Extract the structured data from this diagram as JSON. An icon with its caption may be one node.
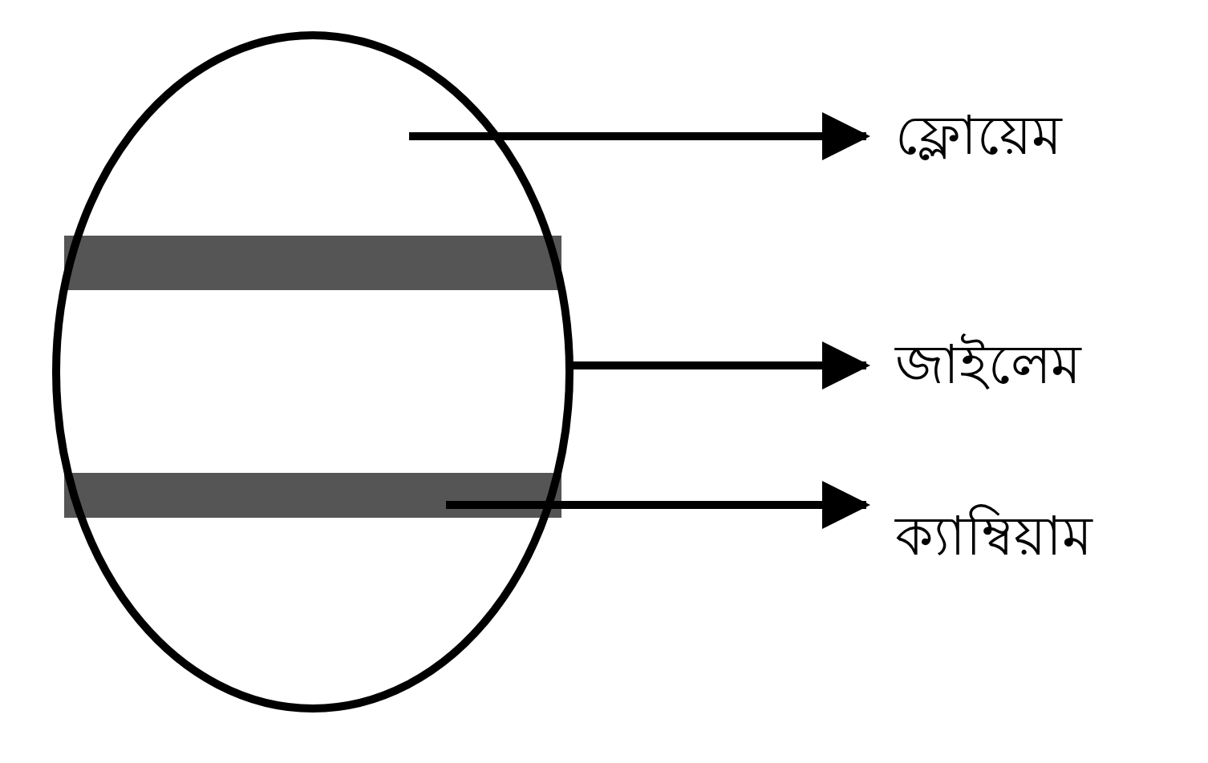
{
  "diagram": {
    "nodes": [
      {
        "text": [
          "ফ্লোয়েম"
        ]
      },
      {
        "text": [
          "জাইলেম"
        ]
      },
      {
        "text": [
          "ক্যাম্বিয়াম"
        ]
      }
    ],
    "edges": [
      {
        "from": null,
        "to": 0,
        "arrow": "to"
      },
      {
        "from": null,
        "to": 1,
        "arrow": "to"
      },
      {
        "from": null,
        "to": 2,
        "arrow": "to"
      }
    ]
  }
}
